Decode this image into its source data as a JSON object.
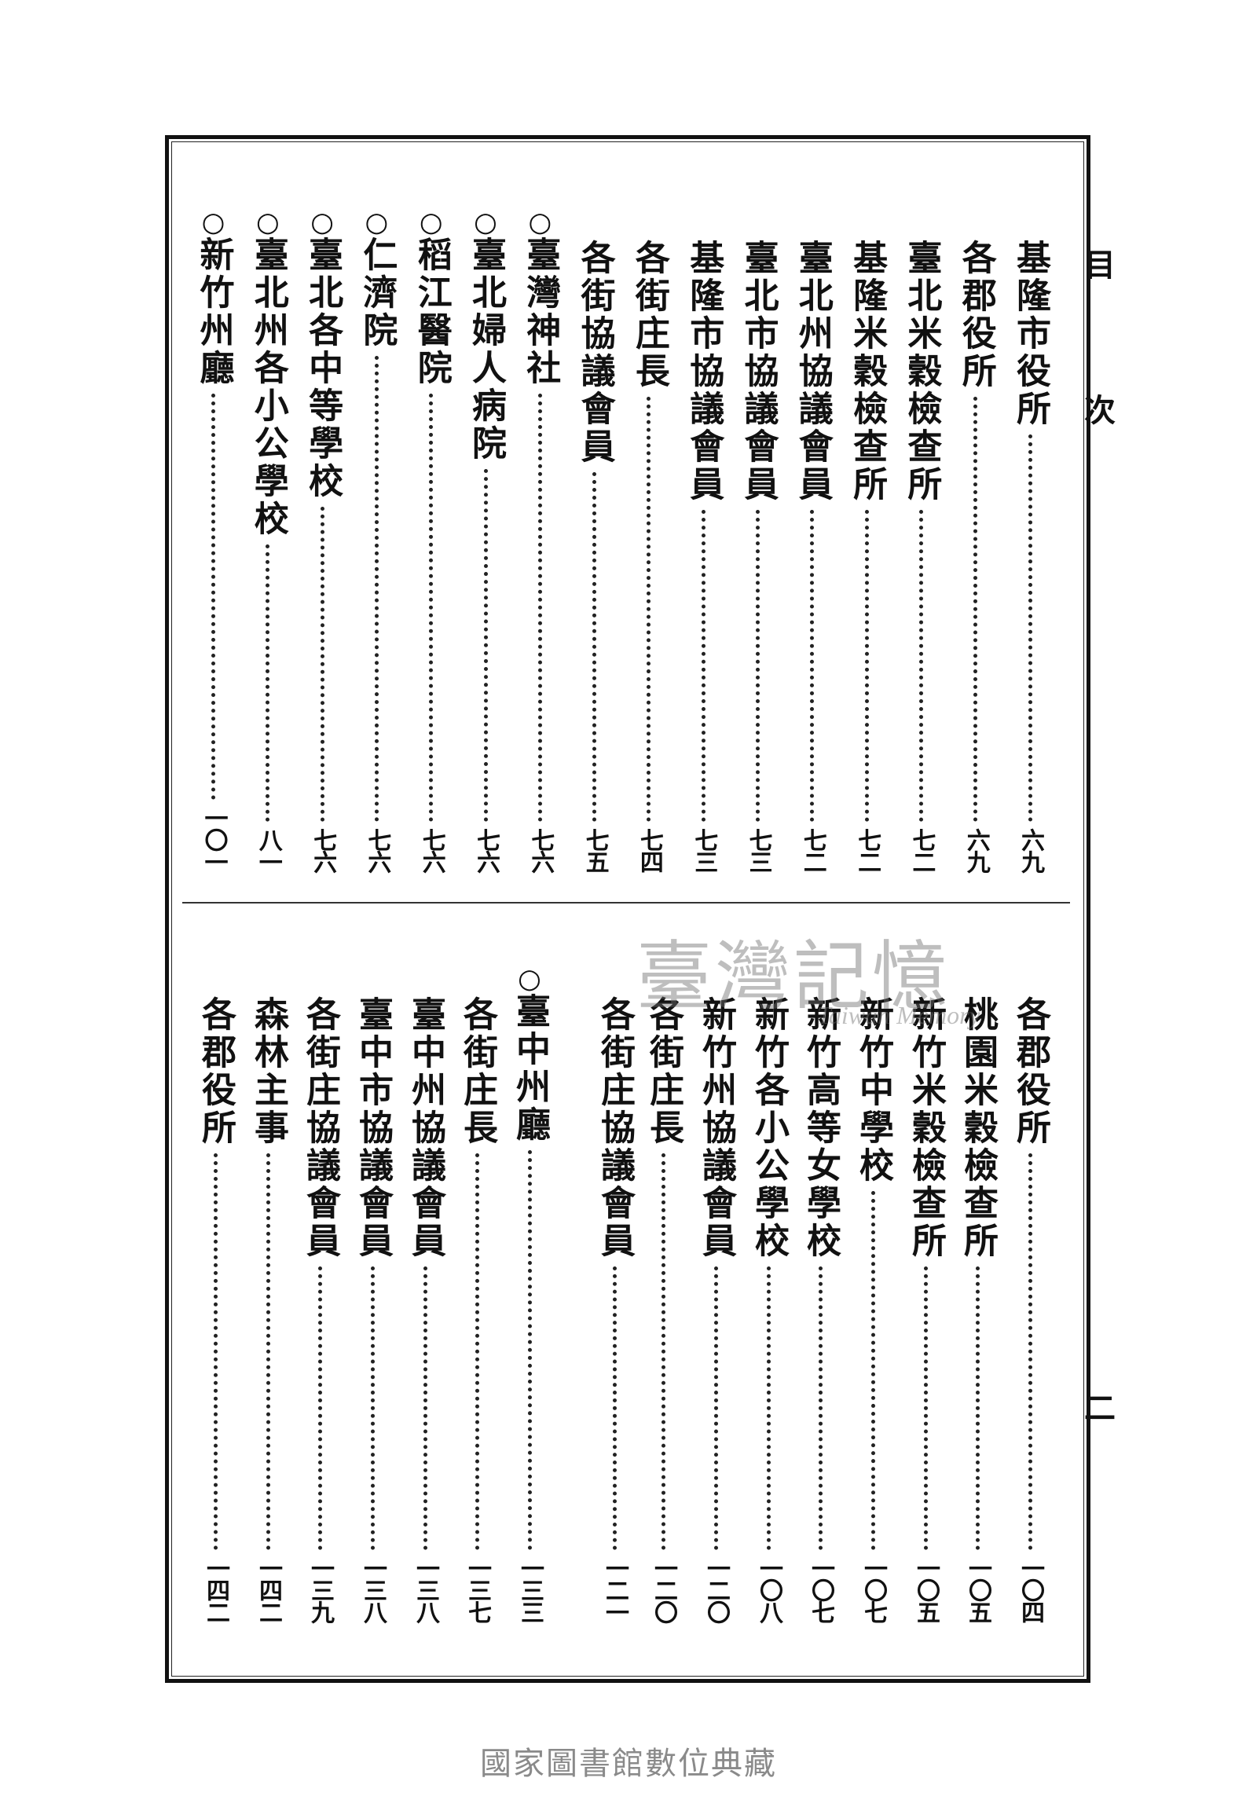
{
  "header": {
    "title_1": "目",
    "title_2": "次",
    "page_number": "二"
  },
  "top_section": [
    {
      "marker": "",
      "title": "基隆市役所",
      "page": "六九"
    },
    {
      "marker": "",
      "title": "各郡役所",
      "page": "六九"
    },
    {
      "marker": "",
      "title": "臺北米穀檢查所",
      "page": "七二"
    },
    {
      "marker": "",
      "title": "基隆米穀檢查所",
      "page": "七二"
    },
    {
      "marker": "",
      "title": "臺北州協議會員",
      "page": "七二"
    },
    {
      "marker": "",
      "title": "臺北市協議會員",
      "page": "七三"
    },
    {
      "marker": "",
      "title": "基隆市協議會員",
      "page": "七三"
    },
    {
      "marker": "",
      "title": "各街庄長",
      "page": "七四"
    },
    {
      "marker": "",
      "title": "各街協議會員",
      "page": "七五"
    },
    {
      "marker": "○",
      "title": "臺灣神社",
      "page": "七六"
    },
    {
      "marker": "○",
      "title": "臺北婦人病院",
      "page": "七六"
    },
    {
      "marker": "○",
      "title": "稻江醫院",
      "page": "七六"
    },
    {
      "marker": "○",
      "title": "仁濟院",
      "page": "七六"
    },
    {
      "marker": "○",
      "title": "臺北各中等學校",
      "page": "七六"
    },
    {
      "marker": "○",
      "title": "臺北州各小公學校",
      "page": "八一"
    },
    {
      "marker": "○",
      "title": "新竹州廳",
      "page": "一〇一"
    }
  ],
  "bottom_section": [
    {
      "marker": "",
      "title": "各郡役所",
      "page": "一〇四"
    },
    {
      "marker": "",
      "title": "桃園米穀檢查所",
      "page": "一〇五"
    },
    {
      "marker": "",
      "title": "新竹米穀檢查所",
      "page": "一〇五"
    },
    {
      "marker": "",
      "title": "新竹中學校",
      "page": "一〇七"
    },
    {
      "marker": "",
      "title": "新竹高等女學校",
      "page": "一〇七"
    },
    {
      "marker": "",
      "title": "新竹各小公學校",
      "page": "一〇八"
    },
    {
      "marker": "",
      "title": "新竹州協議會員",
      "page": "一二〇"
    },
    {
      "marker": "",
      "title": "各街庄長",
      "page": "一二〇"
    },
    {
      "marker": "",
      "title": "各街庄協議會員",
      "page": "一二一"
    },
    {
      "marker": "○",
      "title": "臺中州廳",
      "page": "一三三"
    },
    {
      "marker": "",
      "title": "各街庄長",
      "page": "一三七"
    },
    {
      "marker": "",
      "title": "臺中州協議會員",
      "page": "一三八"
    },
    {
      "marker": "",
      "title": "臺中市協議會員",
      "page": "一三八"
    },
    {
      "marker": "",
      "title": "各街庄協議會員",
      "page": "一三九"
    },
    {
      "marker": "",
      "title": "森林主事",
      "page": "一四二"
    },
    {
      "marker": "",
      "title": "各郡役所",
      "page": "一四二"
    }
  ],
  "watermark": {
    "zh": "臺灣記憶",
    "en": "Taiwan Memory"
  },
  "footer": "國家圖書館數位典藏"
}
